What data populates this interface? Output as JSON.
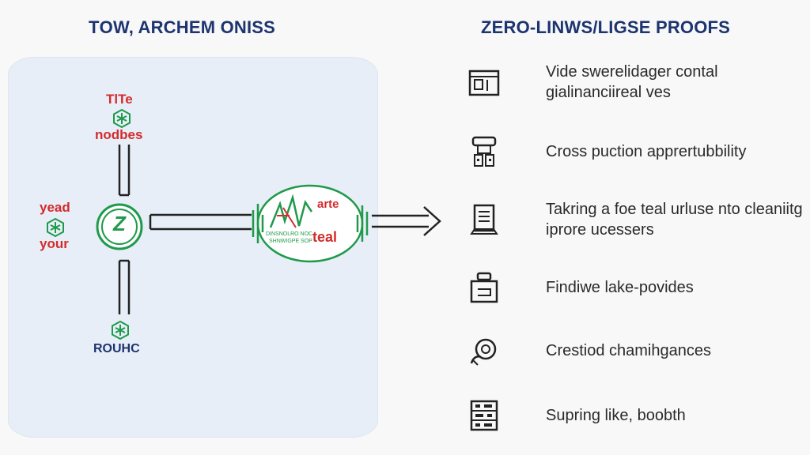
{
  "left": {
    "title": "ТOW, ARCHEM ONISS",
    "top_node": {
      "label_line1": "TlTe",
      "label_line2": "nodbes"
    },
    "left_node": {
      "label_line1": "yead",
      "label_line2": "your"
    },
    "bottom_node": {
      "label": "ROUHC"
    },
    "center_node": {
      "glyph": "Z"
    },
    "output_node": {
      "label_line1": "arte",
      "label_line2": "teal",
      "small_text_line1": "DINSNOLRO NOC",
      "small_text_line2": "SHNWIGPE SOP"
    }
  },
  "right": {
    "title": "ZERO-LINWS/LIGSE PROOFS",
    "features": [
      {
        "icon": "window-icon",
        "text": "Vide swerelidager contal gialinanciireal ves"
      },
      {
        "icon": "server-icon",
        "text": "Cross pucti​on apprertubbility"
      },
      {
        "icon": "document-icon",
        "text": "Takring a foe teal urluse nto cleaniitg iprore ucessers"
      },
      {
        "icon": "database-icon",
        "text": "Findiwe lake-povides"
      },
      {
        "icon": "gear-person-icon",
        "text": "Crestiod chamihgances"
      },
      {
        "icon": "grid-icon",
        "text": "Supring like, boobth"
      }
    ]
  },
  "colors": {
    "navy": "#1d3470",
    "red": "#d42b2b",
    "green": "#1f9a4a",
    "panel": "#e7eef8"
  }
}
